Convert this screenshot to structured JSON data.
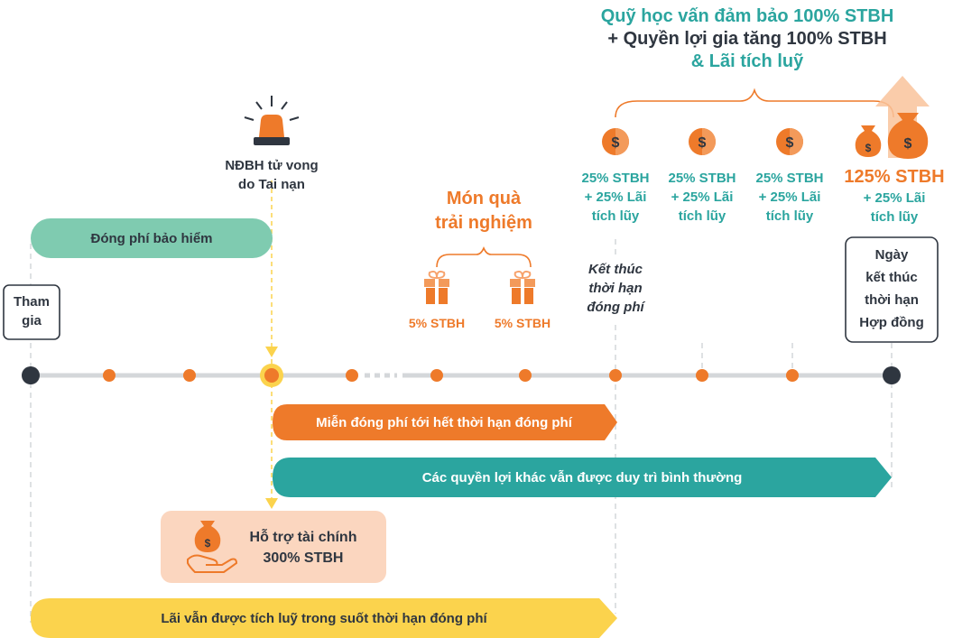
{
  "top": {
    "line1": "Quỹ học vấn đảm bảo 100% STBH",
    "line2": "+ Quyền lợi gia tăng 100% STBH",
    "line3": "& Lãi tích luỹ"
  },
  "death": {
    "line1": "NĐBH tử vong",
    "line2": "do Tai nạn"
  },
  "premium": "Đóng phí bảo hiểm",
  "join": {
    "line1": "Tham",
    "line2": "gia"
  },
  "gift": {
    "title1": "Món quà",
    "title2": "trải nghiệm",
    "amount1": "5% STBH",
    "amount2": "5% STBH"
  },
  "end_payment": {
    "line1": "Kết thúc",
    "line2": "thời hạn",
    "line3": "đóng phí"
  },
  "payouts": [
    {
      "main": "25% STBH",
      "extra1": "+ 25% Lãi",
      "extra2": "tích lũy"
    },
    {
      "main": "25% STBH",
      "extra1": "+ 25% Lãi",
      "extra2": "tích lũy"
    },
    {
      "main": "25% STBH",
      "extra1": "+ 25% Lãi",
      "extra2": "tích lũy"
    },
    {
      "main": "125% STBH",
      "extra1": "+ 25% Lãi",
      "extra2": "tích lũy"
    }
  ],
  "contract_end": {
    "line1": "Ngày",
    "line2": "kết thúc",
    "line3": "thời hạn",
    "line4": "Hợp đồng"
  },
  "waiver": "Miễn đóng phí tới hết thời hạn đóng phí",
  "other_benefits": "Các quyền lợi khác vẫn được duy trì bình thường",
  "support": {
    "line1": "Hỗ trợ tài chính",
    "line2": "300% STBH"
  },
  "interest": "Lãi vẫn được tích luỹ trong suốt thời hạn đóng phí",
  "icons": {
    "alarm": "alarm-siren-icon",
    "gift": "gift-box-icon",
    "coin": "dollar-coin-icon",
    "money_bag": "money-bag-icon",
    "hand": "hand-holding-money-icon",
    "arrow_up": "arrow-up-icon"
  },
  "colors": {
    "teal": "#2ba59f",
    "teal_light": "#7fcbb0",
    "orange": "#ee7a2a",
    "yellow": "#fbd34d",
    "peach": "#fbd6bf",
    "dark": "#2f3640",
    "line": "#d4d7da"
  }
}
